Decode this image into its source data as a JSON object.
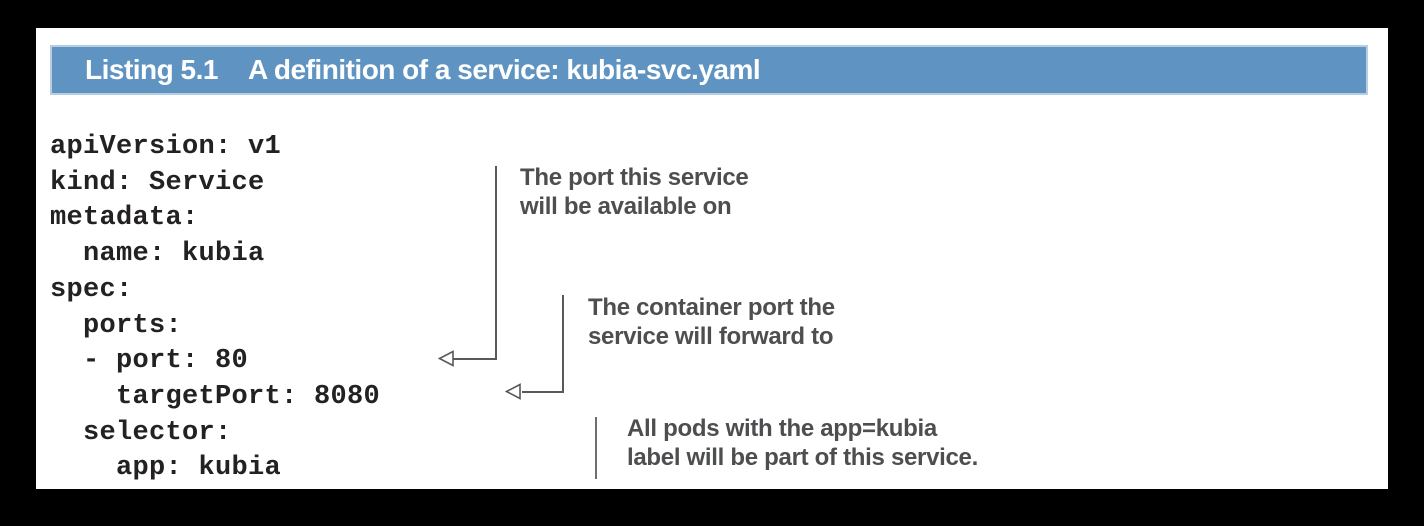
{
  "listing_header": {
    "label": "Listing 5.1",
    "title": "A definition of a service: kubia-svc.yaml"
  },
  "code": {
    "language": "yaml",
    "lines": [
      "apiVersion: v1",
      "kind: Service",
      "metadata:",
      "  name: kubia",
      "spec:",
      "  ports:",
      "  - port: 80",
      "    targetPort: 8080",
      "  selector:",
      "    app: kubia"
    ]
  },
  "annotations": [
    {
      "id": "port",
      "lines": [
        "The port this service",
        "will be available on"
      ]
    },
    {
      "id": "target-port",
      "lines": [
        "The container port the",
        "service will forward to"
      ]
    },
    {
      "id": "selector",
      "lines": [
        "All pods with the app=kubia",
        "label will be part of this service."
      ]
    }
  ],
  "colors": {
    "background": "#000000",
    "page": "#ffffff",
    "header_bar": "#5f93c2",
    "header_bar_border": "#b6cde2",
    "header_text": "#ffffff",
    "code_text": "#242122",
    "annotation_text": "#4d4e50",
    "connector_line": "#58595b"
  }
}
